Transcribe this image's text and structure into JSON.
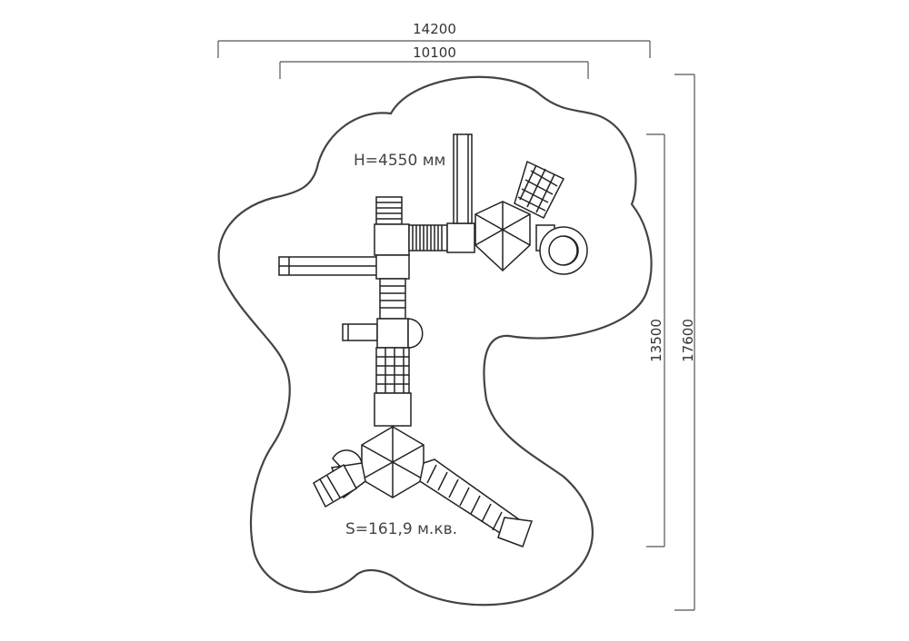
{
  "dimensions": {
    "outer_width": "14200",
    "inner_width": "10100",
    "inner_height": "13500",
    "outer_height": "17600"
  },
  "labels": {
    "height": "H=4550 мм",
    "area": "S=161,9 м.кв."
  }
}
